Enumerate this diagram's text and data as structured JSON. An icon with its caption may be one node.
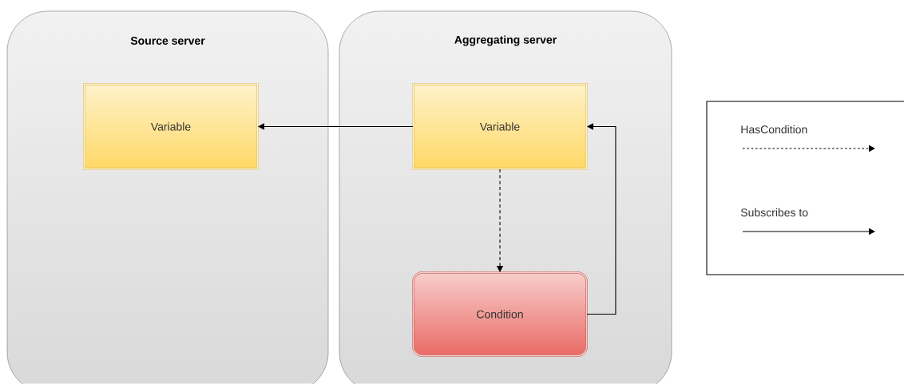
{
  "diagram": {
    "nodes": [
      {
        "text": [
          "Source server"
        ]
      },
      {
        "text": [
          "Variable"
        ],
        "in": 0
      },
      {
        "text": [
          "Aggregating server"
        ]
      },
      {
        "text": [
          "Variable"
        ],
        "in": 2
      },
      {
        "text": [
          "Condition"
        ],
        "in": 2
      }
    ],
    "edges": [
      {
        "from": 3,
        "to": 1,
        "arrow": "to"
      },
      {
        "from": 3,
        "to": 4,
        "arrow": "to",
        "style": "dashed"
      },
      {
        "from": 4,
        "to": 3,
        "arrow": "to"
      }
    ],
    "legend": [
      {
        "text": "HasCondition"
      },
      {
        "text": "Subscribes to"
      }
    ]
  }
}
